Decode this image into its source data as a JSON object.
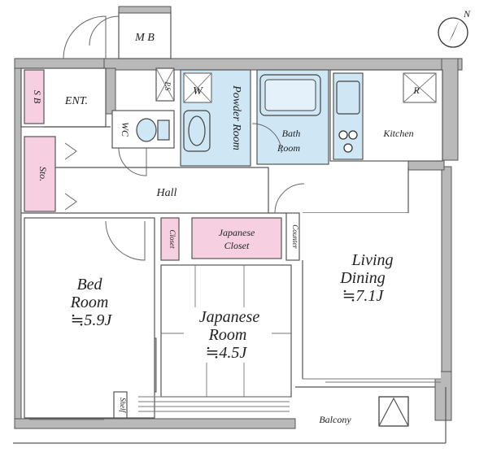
{
  "compass": {
    "label": "N"
  },
  "rooms": {
    "mb": "M B",
    "sb": "S B",
    "ent": "ENT.",
    "ps": "P.S",
    "w": "W",
    "powder_room": "Powder Room",
    "wc": "WC",
    "bath_room": [
      "Bath",
      "Room"
    ],
    "r": "R",
    "kitchen": "Kitchen",
    "sto": "Sto.",
    "hall": "Hall",
    "closet": "Closet",
    "japanese_closet": [
      "Japanese",
      "Closet"
    ],
    "counter": "Counter",
    "living_dining": [
      "Living",
      "Dining",
      "≒7.1J"
    ],
    "bed_room": [
      "Bed",
      "Room",
      "≒5.9J"
    ],
    "japanese_room": [
      "Japanese",
      "Room",
      "≒4.5J"
    ],
    "shelf": "Shelf",
    "balcony": "Balcony"
  }
}
